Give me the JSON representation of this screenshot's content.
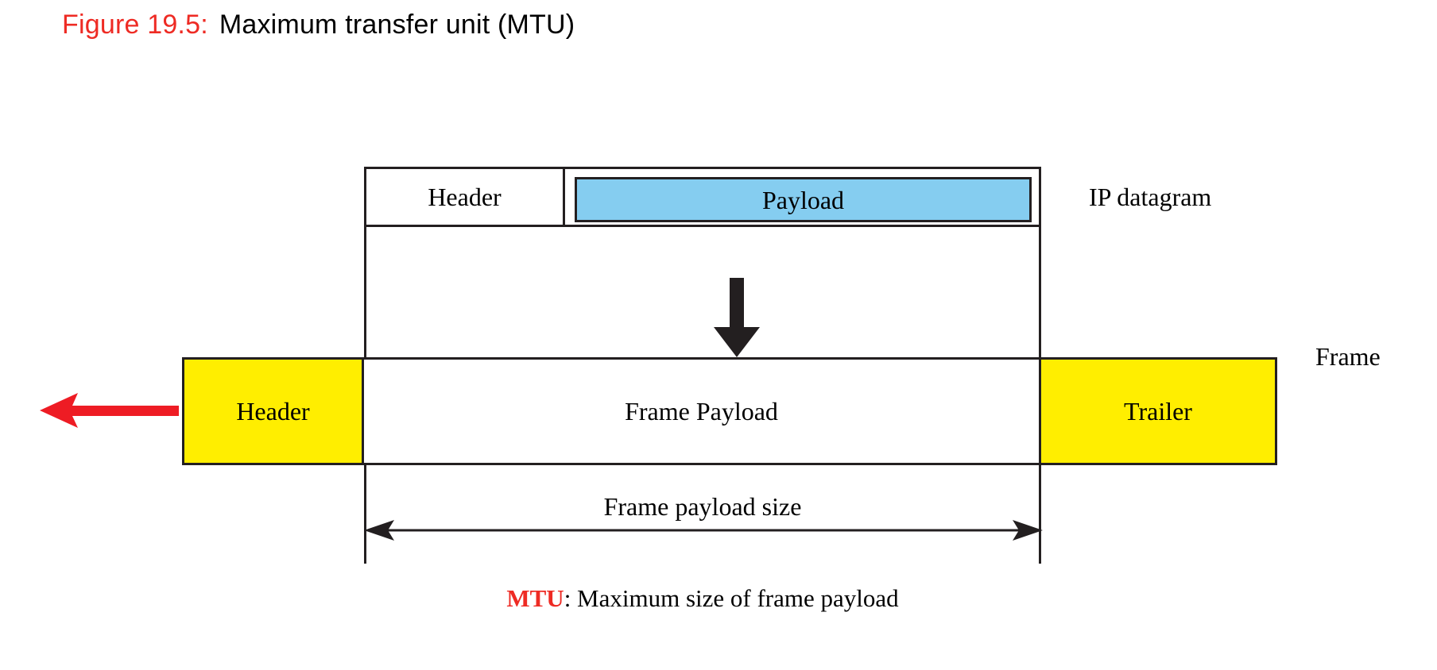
{
  "figure": {
    "number": "Figure 19.5:",
    "title": "Maximum transfer unit (MTU)",
    "number_color": "#ee2b24",
    "title_color": "#000000"
  },
  "diagram": {
    "ip_datagram": {
      "side_label": "IP datagram",
      "cells": [
        {
          "label": "Header",
          "fill": "#ffffff"
        },
        {
          "label": "Payload",
          "fill": "#85cdf0"
        }
      ]
    },
    "frame": {
      "side_label": "Frame",
      "cells": [
        {
          "label": "Header",
          "fill": "#ffee00"
        },
        {
          "label": "Frame Payload",
          "fill": "#ffffff"
        },
        {
          "label": "Trailer",
          "fill": "#ffee00"
        }
      ]
    },
    "dimension": {
      "label": "Frame payload size",
      "arrow_style": "double-headed"
    },
    "arrows": {
      "encapsulation_arrow": "down-arrow",
      "encapsulation_arrow_color": "#231f20",
      "transmission_arrow": "left-arrow",
      "transmission_arrow_color": "#ee1c24"
    },
    "caption": {
      "key": "MTU",
      "text": ": Maximum size of frame payload",
      "key_color": "#ee2b24"
    },
    "line_color": "#231f20"
  }
}
